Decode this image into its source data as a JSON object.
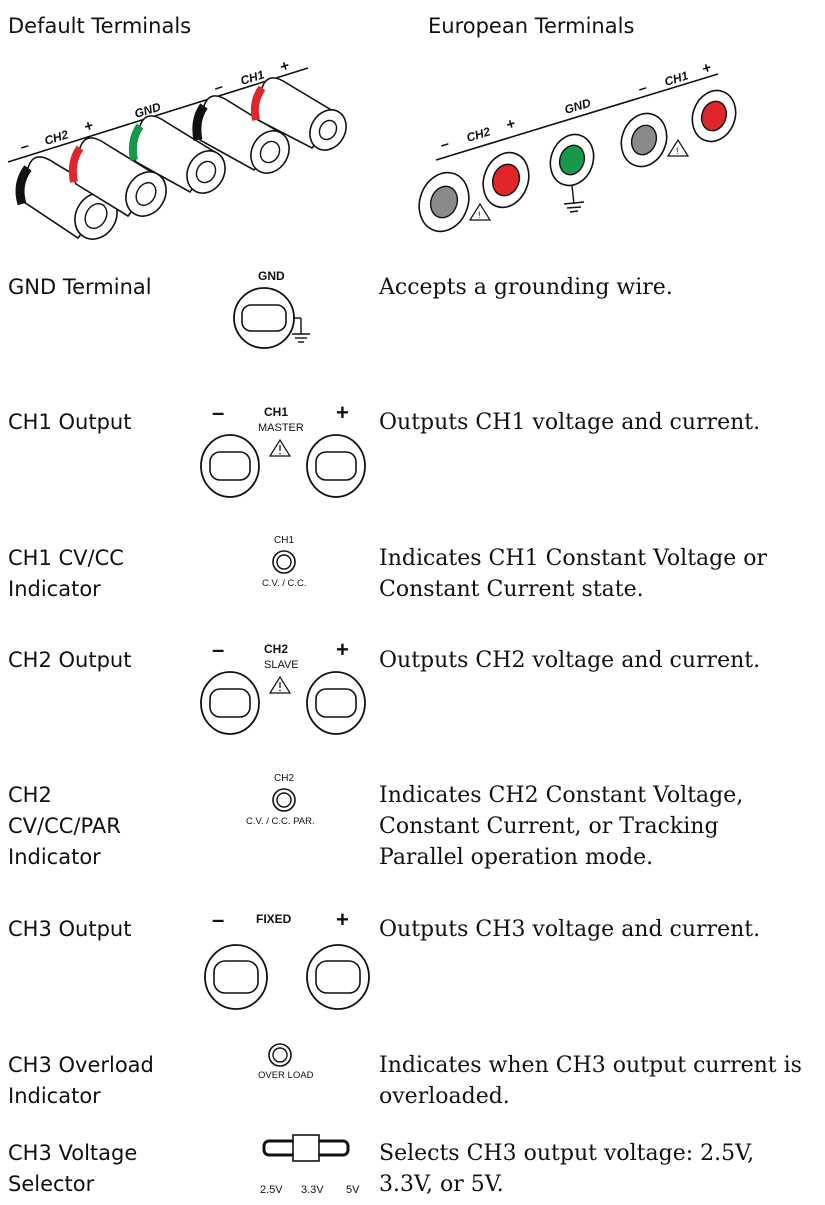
{
  "headers": {
    "default": "Default Terminals",
    "european": "European Terminals"
  },
  "terminal_labels": {
    "ch2": "CH2",
    "gnd": "GND",
    "ch1": "CH1",
    "minus": "–",
    "plus": "+"
  },
  "rows": [
    {
      "label": "GND Terminal",
      "desc": "Accepts a grounding wire.",
      "panel": {
        "title": "GND"
      }
    },
    {
      "label": "CH1 Output",
      "desc": "Outputs CH1 voltage and current.",
      "panel": {
        "minus": "–",
        "title": "CH1",
        "plus": "+",
        "sub": "MASTER"
      }
    },
    {
      "label": "CH1 CV/CC\nIndicator",
      "desc": "Indicates CH1 Constant Voltage or\nConstant Current state.",
      "panel": {
        "title": "CH1",
        "sub": "C.V. / C.C."
      }
    },
    {
      "label": "CH2 Output",
      "desc": "Outputs CH2 voltage and current.",
      "panel": {
        "minus": "–",
        "title": "CH2",
        "plus": "+",
        "sub": "SLAVE"
      }
    },
    {
      "label": "CH2\nCV/CC/PAR\nIndicator",
      "desc": "Indicates CH2 Constant Voltage,\nConstant Current, or Tracking\nParallel operation mode.",
      "panel": {
        "title": "CH2",
        "sub": "C.V. / C.C. PAR."
      }
    },
    {
      "label": "CH3 Output",
      "desc": "Outputs CH3 voltage and current.",
      "panel": {
        "minus": "–",
        "title": "FIXED",
        "plus": "+"
      }
    },
    {
      "label": "CH3 Overload\nIndicator",
      "desc": "Indicates when CH3 output current is\noverloaded.",
      "panel": {
        "sub": "OVER LOAD"
      }
    },
    {
      "label": "CH3 Voltage\nSelector",
      "desc": "Selects CH3 output voltage: 2.5V,\n3.3V, or 5V.",
      "panel": {
        "opt1": "2.5V",
        "opt2": "3.3V",
        "opt3": "5V"
      }
    }
  ],
  "colors": {
    "red": "#e0262a",
    "green": "#17984a",
    "black": "#111111",
    "gray": "#8a8a8a"
  }
}
